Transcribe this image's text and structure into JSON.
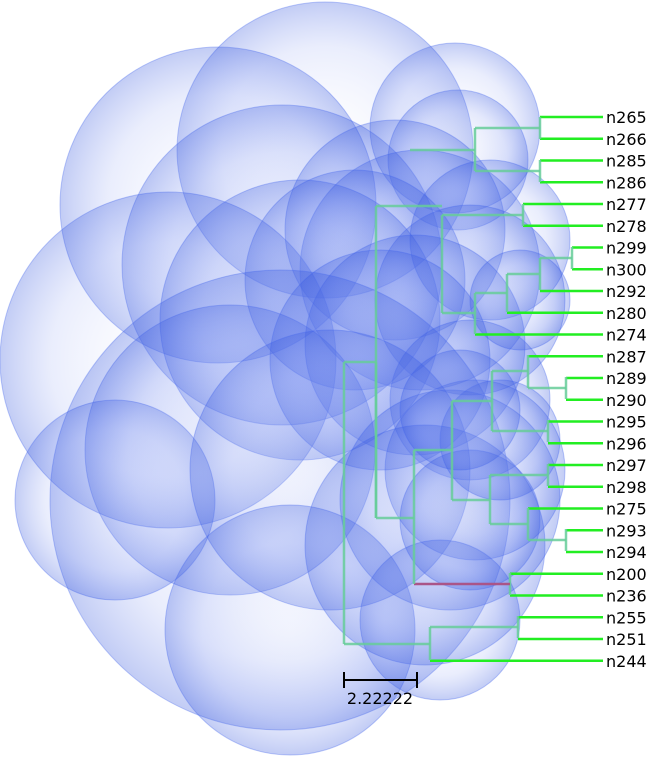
{
  "tree": {
    "leaves": [
      "n265",
      "n266",
      "n285",
      "n286",
      "n277",
      "n278",
      "n299",
      "n300",
      "n292",
      "n280",
      "n274",
      "n287",
      "n289",
      "n290",
      "n295",
      "n296",
      "n297",
      "n298",
      "n275",
      "n293",
      "n294",
      "n200",
      "n236",
      "n255",
      "n251",
      "n244"
    ],
    "scale_bar_label": "2.22222"
  },
  "colors": {
    "bubble_fill": "#3355dd",
    "bubble_stroke": "#4466ee",
    "terminal_branch": "#22ee22",
    "inner_branch": "#66cc99",
    "highlight_branch": "#aa5588",
    "scale_bar": "#000000"
  }
}
